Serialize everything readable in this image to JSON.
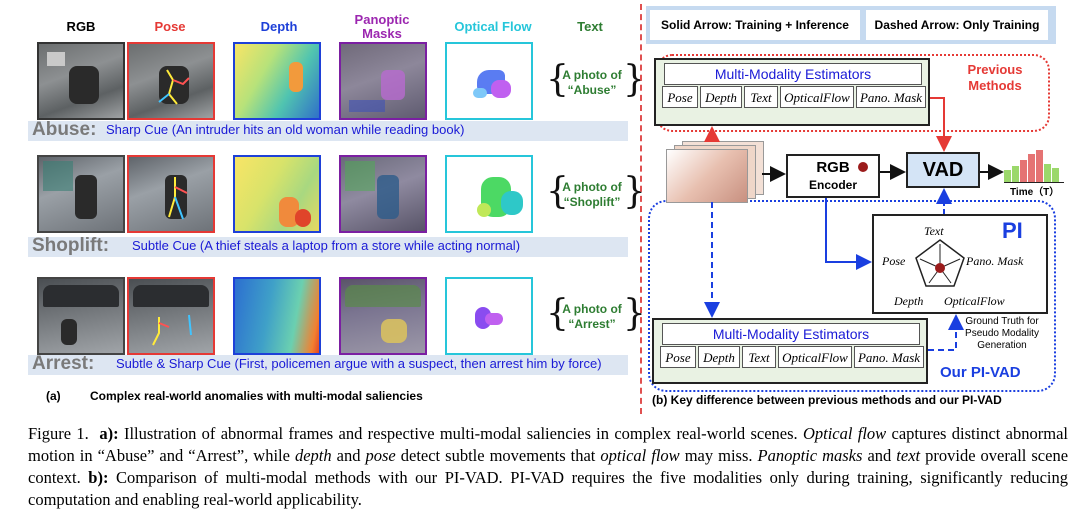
{
  "left_panel": {
    "column_headers": [
      {
        "label": "RGB",
        "color": "#000000"
      },
      {
        "label": "Pose",
        "color": "#e53935"
      },
      {
        "label": "Depth",
        "color": "#1e40d8"
      },
      {
        "label": "Panoptic Masks",
        "color": "#9c27b0"
      },
      {
        "label": "Optical Flow",
        "color": "#26c6da"
      },
      {
        "label": "Text",
        "color": "#2e7d32"
      }
    ],
    "rows": [
      {
        "phrase": "A photo of “Abuse”",
        "cue_name": "Abuse:",
        "cue_text": "Sharp Cue (An intruder hits an old woman while reading book)"
      },
      {
        "phrase": "A photo of “Shoplift”",
        "cue_name": "Shoplift:",
        "cue_text": "Subtle Cue (A thief steals a laptop from a store while acting normal)"
      },
      {
        "phrase": "A photo of “Arrest”",
        "cue_name": "Arrest:",
        "cue_text": "Subtle & Sharp Cue (First, policemen argue with a suspect, then arrest him by force)"
      }
    ],
    "sub_label": "(a)",
    "sub_caption": "Complex real-world anomalies with multi-modal saliencies"
  },
  "right_panel": {
    "legend_solid": "Solid Arrow: Training + Inference",
    "legend_dashed": "Dashed  Arrow: Only Training",
    "estimators_title": "Multi-Modality Estimators",
    "modalities": [
      "Pose",
      "Depth",
      "Text",
      "OpticalFlow",
      "Pano. Mask"
    ],
    "previous_methods": "Previous Methods",
    "rgb_encoder_title": "RGB",
    "rgb_encoder_sub": "Encoder",
    "vad_label": "VAD",
    "time_label": "Time（T）",
    "pi_label": "PI",
    "pi_nodes": {
      "top": "Text",
      "left": "Pose",
      "right": "Pano. Mask",
      "bottom_left": "Depth",
      "bottom_right": "OpticalFlow"
    },
    "ground_truth_note": "Ground Truth for Pseudo Modality Generation",
    "our_label": "Our PI-VAD",
    "sub_caption": "(b) Key difference between previous methods and our PI-VAD"
  },
  "figure_caption": {
    "label": "Figure 1.",
    "a_label": "a):",
    "a_text_1": " Illustration of abnormal frames and respective multi-modal saliencies in complex real-world scenes. ",
    "a_em_1": "Optical flow",
    "a_text_2": " captures distinct abnormal motion in “Abuse” and “Arrest”, while ",
    "a_em_2": "depth",
    "a_text_3": " and ",
    "a_em_3": "pose",
    "a_text_4": " detect subtle movements that ",
    "a_em_4": "optical flow",
    "a_text_5": " may miss. ",
    "a_em_5": "Panoptic masks",
    "a_text_6": " and ",
    "a_em_6": "text",
    "a_text_7": " provide overall scene context.  ",
    "b_label": "b):",
    "b_text": " Comparison of multi-modal methods with our PI-VAD. PI-VAD requires the five modalities only during training, significantly reducing computation and enabling real-world applicability."
  }
}
